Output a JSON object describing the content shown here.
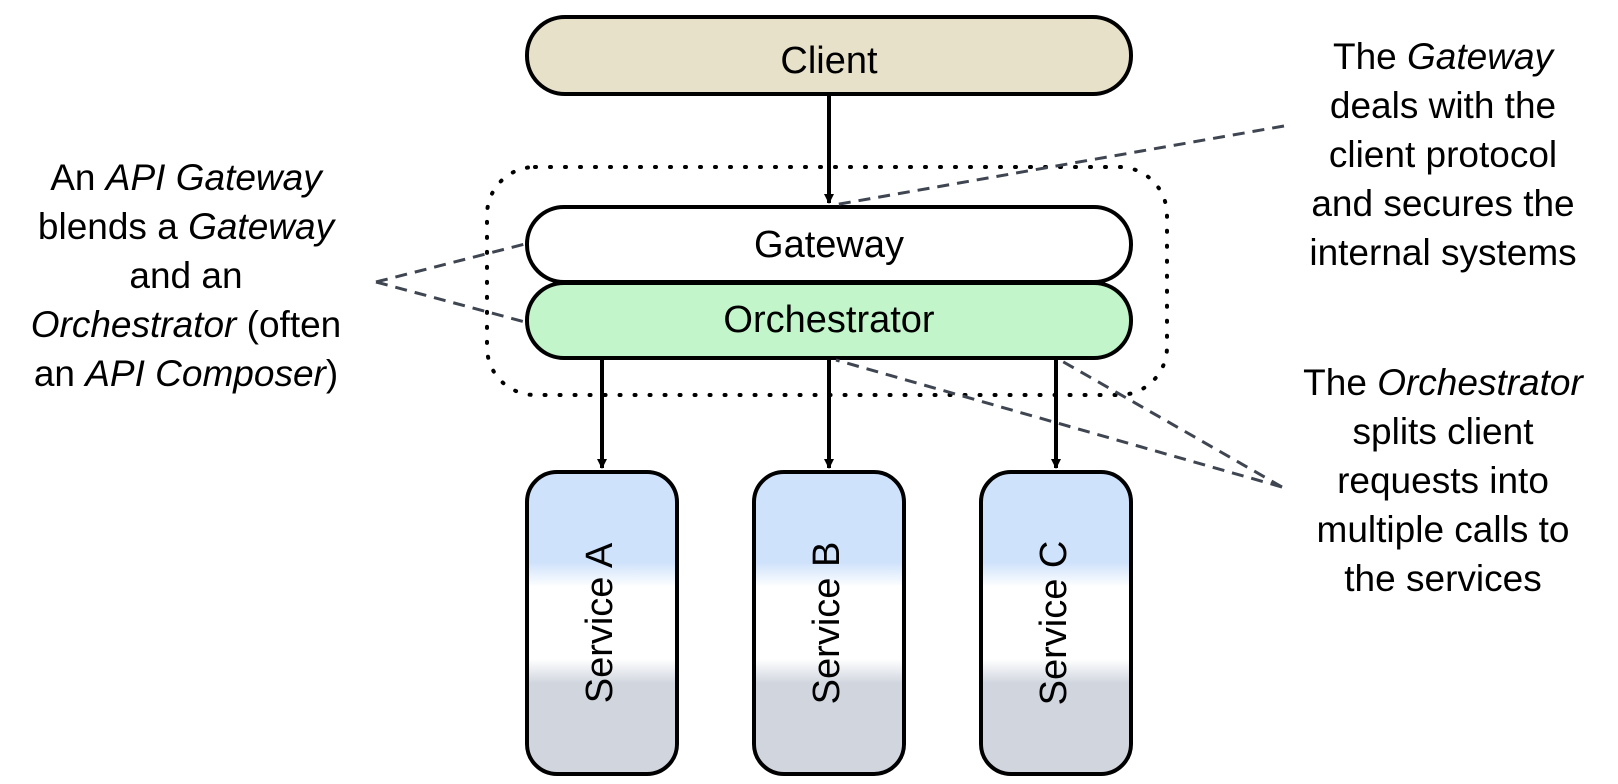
{
  "nodes": {
    "client": {
      "label": "Client",
      "fill": "#e8e1c9"
    },
    "gateway": {
      "label": "Gateway",
      "fill": "#ffffff"
    },
    "orchestrator": {
      "label": "Orchestrator",
      "fill": "#c2f5c9"
    },
    "services": [
      {
        "label": "Service A"
      },
      {
        "label": "Service B"
      },
      {
        "label": "Service C"
      }
    ],
    "service_gradient": {
      "top": "#cfe2fb",
      "middle": "#ffffff",
      "bottom": "#d0d5de"
    }
  },
  "annotations": {
    "left": {
      "line1_pre": "An ",
      "line1_em": "API Gateway",
      "line2_pre": "blends a ",
      "line2_em": "Gateway",
      "line3": "and an",
      "line4_em": "Orchestrator",
      "line4_post": " (often",
      "line5_pre": "an ",
      "line5_em": "API Composer",
      "line5_post": ")"
    },
    "top_right": {
      "line1_pre": "The ",
      "line1_em": "Gateway",
      "line2": "deals with the",
      "line3": "client protocol",
      "line4": "and secures the",
      "line5": "internal systems"
    },
    "bottom_right": {
      "line1_pre": "The ",
      "line1_em": "Orchestrator",
      "line2": "splits client",
      "line3": "requests into",
      "line4": "multiple calls to",
      "line5": "the services"
    }
  },
  "colors": {
    "stroke": "#000000",
    "callout_line": "#3f4652"
  }
}
